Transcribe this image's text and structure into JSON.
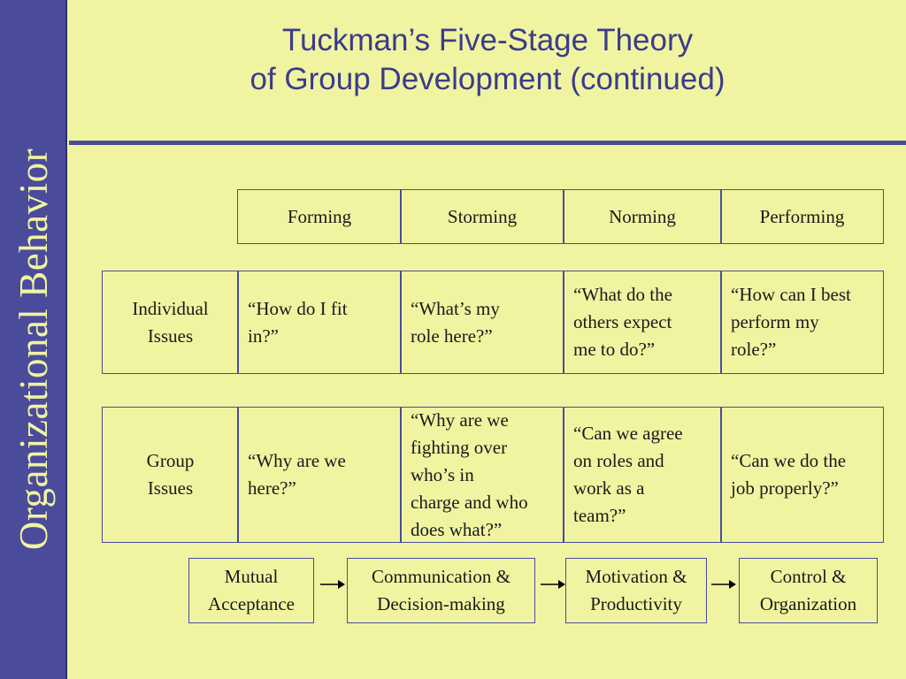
{
  "sidebar": {
    "label": "Organizational Behavior"
  },
  "title": {
    "line1": "Tuckman’s Five-Stage Theory",
    "line2": "of Group Development (continued)"
  },
  "stages": [
    "Forming",
    "Storming",
    "Norming",
    "Performing"
  ],
  "rows": [
    {
      "label": [
        "Individual",
        "Issues"
      ],
      "cells": [
        [
          "“How do I fit",
          "in?”"
        ],
        [
          "“What’s my",
          "role here?”"
        ],
        [
          "“What do the",
          "others expect",
          "me to do?”"
        ],
        [
          "“How can I best",
          "perform my",
          "role?”"
        ]
      ]
    },
    {
      "label": [
        "Group",
        "Issues"
      ],
      "cells": [
        [
          "“Why are we",
          "here?”"
        ],
        [
          "“Why are we",
          "fighting over",
          "who’s in",
          "charge and who",
          "does what?”"
        ],
        [
          "“Can we agree",
          "on roles and",
          "work as a",
          "team?”"
        ],
        [
          "“Can we do the",
          "job properly?”"
        ]
      ]
    }
  ],
  "flow": [
    [
      "Mutual",
      "Acceptance"
    ],
    [
      "Communication &",
      "Decision-making"
    ],
    [
      "Motivation &",
      "Productivity"
    ],
    [
      "Control &",
      "Organization"
    ]
  ],
  "colors": {
    "background": "#F0F4A0",
    "accent": "#4B4B9C",
    "title": "#3B3B8C"
  }
}
